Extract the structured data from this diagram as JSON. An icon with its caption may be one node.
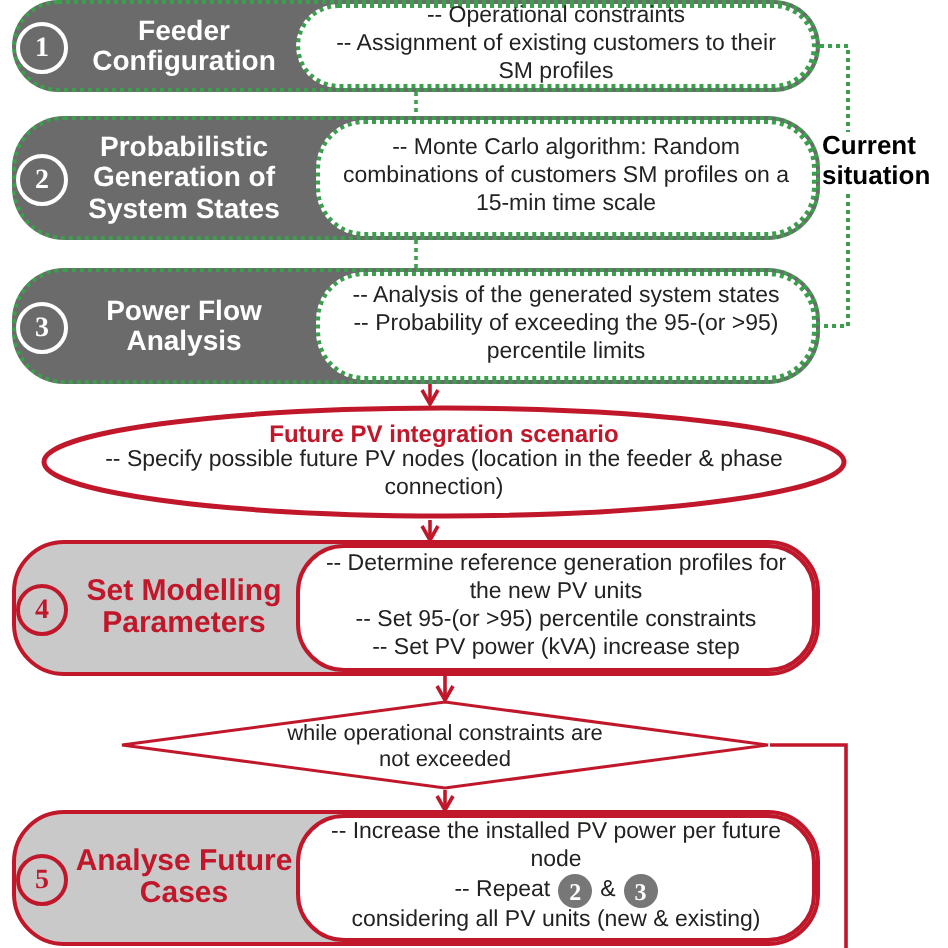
{
  "diagram": {
    "nodes": [
      {
        "text": [
          "Feeder Configuration"
        ]
      },
      {
        "text": [
          "1"
        ],
        "in": 0
      },
      {
        "text": [
          "-- Operational constraints",
          "-- Assignment of existing customers to their SM profiles"
        ],
        "in": 0
      },
      {
        "text": [
          "Probabilistic Generation of System States"
        ]
      },
      {
        "text": [
          "2"
        ],
        "in": 3
      },
      {
        "text": [
          "-- Monte Carlo algorithm: Random combinations of customers SM profiles on a 15-min time scale"
        ],
        "in": 3
      },
      {
        "text": [
          "Power Flow Analysis"
        ]
      },
      {
        "text": [
          "3"
        ],
        "in": 6
      },
      {
        "text": [
          "-- Analysis of the generated system states",
          "-- Probability of exceeding the 95-(or >95) percentile limits"
        ],
        "in": 6
      },
      {
        "text": [
          "Future PV integration scenario",
          "-- Specify possible future PV nodes (location in the feeder & phase connection)"
        ]
      },
      {
        "text": [
          "Set Modelling Parameters"
        ]
      },
      {
        "text": [
          "4"
        ],
        "in": 10
      },
      {
        "text": [
          "-- Determine reference generation profiles for the new PV units",
          "-- Set 95-(or >95) percentile constraints",
          "-- Set PV power (kVA) increase step"
        ],
        "in": 10
      },
      {
        "text": [
          "while operational constraints are not exceeded"
        ]
      },
      {
        "text": [
          "Analyse Future Cases"
        ]
      },
      {
        "text": [
          "5"
        ],
        "in": 14
      },
      {
        "text": [
          "-- Increase the installed PV power per future node",
          "-- Repeat",
          "&",
          "considering all PV units (new & existing)"
        ],
        "in": 14
      },
      {
        "text": [
          "2"
        ],
        "in": 16
      },
      {
        "text": [
          "3"
        ],
        "in": 16
      }
    ],
    "edges": [
      {
        "from": 0,
        "to": 3,
        "arrow": "none",
        "style": "dashed",
        "color": "#3aa04c"
      },
      {
        "from": 3,
        "to": 6,
        "arrow": "none",
        "style": "dashed",
        "color": "#3aa04c"
      },
      {
        "from": 6,
        "to": 9,
        "arrow": "to"
      },
      {
        "from": 9,
        "to": 10,
        "arrow": "to"
      },
      {
        "from": 10,
        "to": 13,
        "arrow": "to"
      },
      {
        "from": 13,
        "to": 14,
        "arrow": "to"
      },
      {
        "from": 13,
        "to": null,
        "arrow": "none"
      }
    ],
    "labels": [
      "Current situation"
    ]
  }
}
